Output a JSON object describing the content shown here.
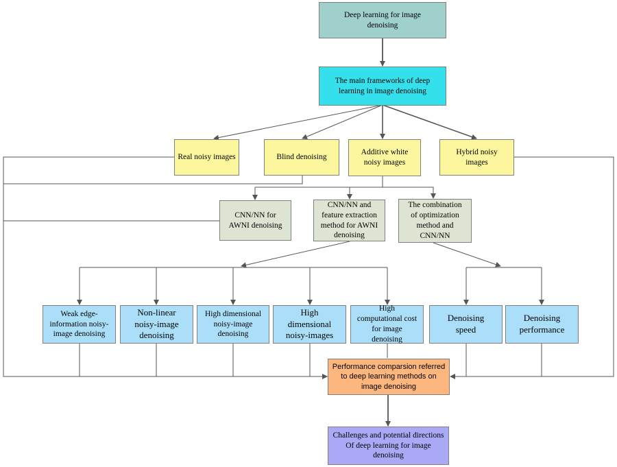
{
  "nodes": {
    "title": "Deep learning for image\ndenoising",
    "frameworks": "The main frameworks of deep\nlearning in  image denoising",
    "real_noisy": "Real noisy images",
    "blind": "Blind denoising",
    "additive": "Additive white\nnoisy images",
    "hybrid": "Hybrid noisy\nimages",
    "cnn_awni": "CNN/NN for\nAWNI denoising",
    "cnn_feature": "CNN/NN and\nfeature extraction\nmethod for AWNI\ndenoising",
    "combination": "The combination\nof optimization\nmethod and\nCNN/NN",
    "weak_edge": "Weak edge-\ninformation noisy-\nimage denoising",
    "nonlinear": "Non-linear\nnoisy-image\ndenoising",
    "high_dim_denoise": "High dimensional\nnoisy-image\ndenoising",
    "high_dim_images": "High\ndimensional\nnoisy-images",
    "high_cost": "High\ncomputational cost\nfor image\ndenoising",
    "speed": "Denoising\nspeed",
    "performance": "Denoising\nperformance",
    "comparison": "Performance comparsion referred\nto deep learning methods on\nimage denoising",
    "challenges": "Challenges and potential directions\nOf deep learning for image\ndenoising"
  },
  "colors": {
    "teal": "#9fd0cc",
    "cyan": "#33e0ec",
    "yellow": "#fcf79e",
    "grey": "#dde5d2",
    "blue": "#abdff9",
    "orange": "#fdb67e",
    "purple": "#aaa9f6",
    "line": "#555555"
  }
}
